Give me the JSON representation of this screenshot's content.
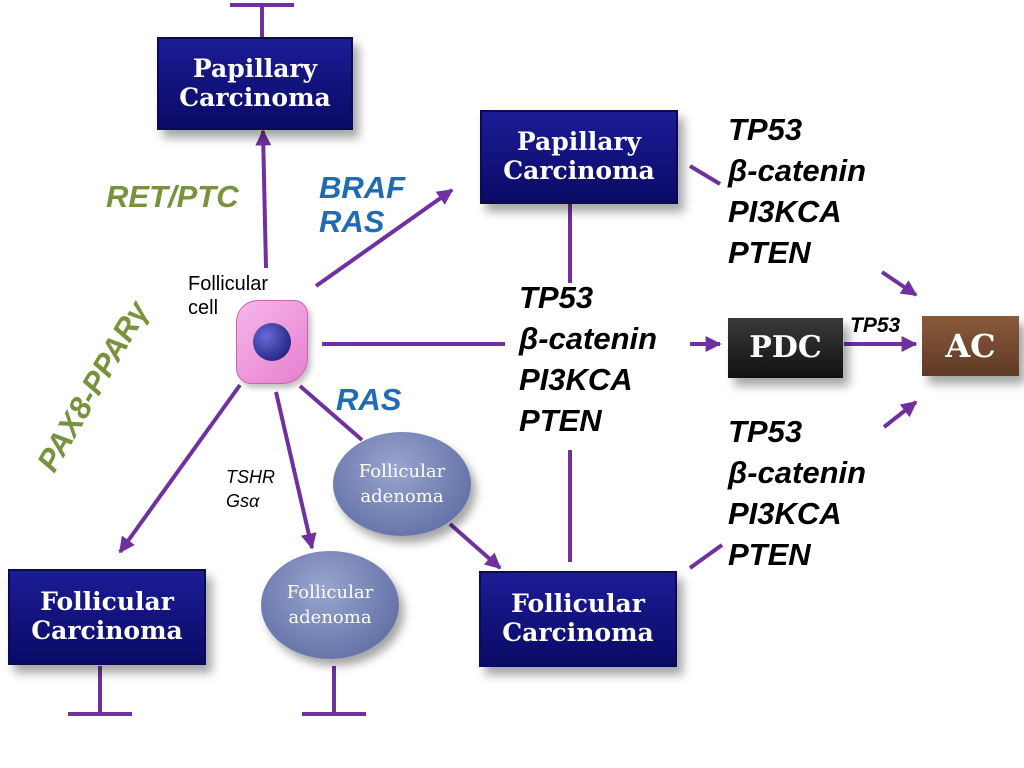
{
  "colors": {
    "arrow": "#7030a0",
    "ret_ptc": "#77933c",
    "braf_ras": "#1f6bb5",
    "pax8": "#77933c"
  },
  "origin": {
    "label_line1": "Follicular",
    "label_line2": "cell"
  },
  "boxes": {
    "papillary_left": [
      "Papillary",
      "Carcinoma"
    ],
    "papillary_center": [
      "Papillary",
      "Carcinoma"
    ],
    "follicular_left": [
      "Follicular",
      "Carcinoma"
    ],
    "follicular_center": [
      "Follicular",
      "Carcinoma"
    ],
    "pdc": "PDC",
    "ac": "AC"
  },
  "adenomas": {
    "upper": [
      "Follicular",
      "adenoma"
    ],
    "lower": [
      "Follicular",
      "adenoma"
    ]
  },
  "pathway_labels": {
    "ret_ptc": "RET/PTC",
    "braf": "BRAF",
    "ras_upper": "RAS",
    "ras_lower": "RAS",
    "pax8": "PAX8-PPARγ",
    "tshr": "TSHR",
    "gsa": "Gsα",
    "tp53_small": "TP53"
  },
  "gene_lists": {
    "top_right": [
      "TP53",
      "β-catenin",
      "PI3KCA",
      "PTEN"
    ],
    "middle": [
      "TP53",
      "β-catenin",
      "PI3KCA",
      "PTEN"
    ],
    "bottom_right": [
      "TP53",
      "β-catenin",
      "PI3KCA",
      "PTEN"
    ]
  }
}
